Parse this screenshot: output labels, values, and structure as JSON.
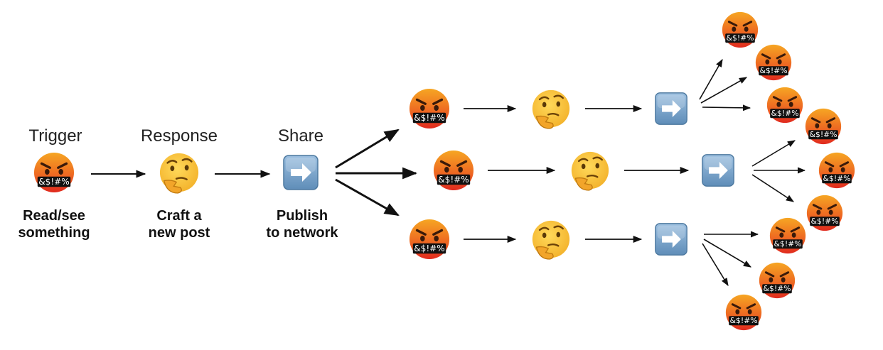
{
  "stages": [
    {
      "name": "trigger",
      "label": "Trigger",
      "caption": [
        "Read/see",
        "something"
      ]
    },
    {
      "name": "response",
      "label": "Response",
      "caption": [
        "Craft a",
        "new post"
      ]
    },
    {
      "name": "share",
      "label": "Share",
      "caption": [
        "Publish",
        "to network"
      ]
    }
  ],
  "symbol_text": "&$!#%",
  "icons": {
    "angry": "angry-face-with-symbols-icon",
    "thinking": "thinking-face-icon",
    "share": "right-arrow-button-icon"
  },
  "colors": {
    "angry_top": "#f6a623",
    "angry_bottom": "#e0291e",
    "thinking": "#f9c23c",
    "share_bg": "#7ea7cc",
    "arrow": "#111111"
  }
}
